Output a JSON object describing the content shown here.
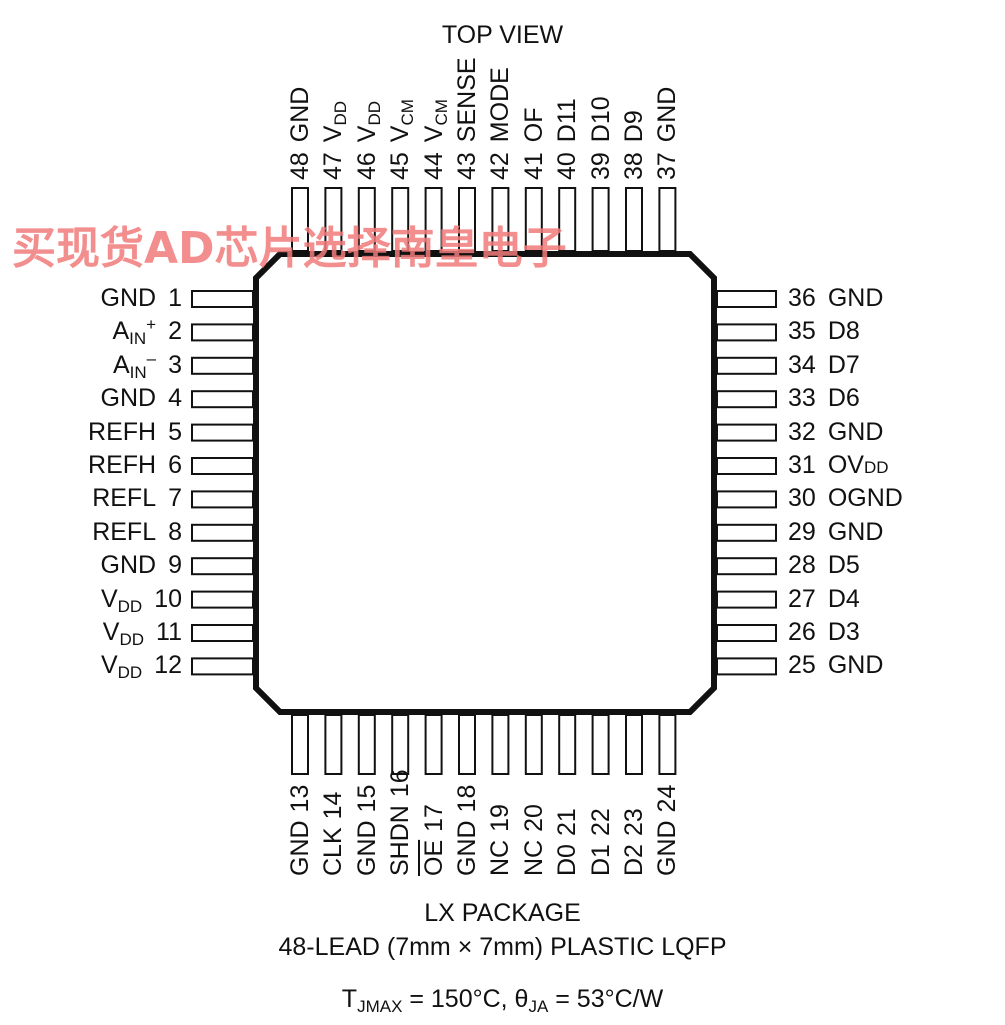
{
  "title": "TOP VIEW",
  "package_name": "LX PACKAGE",
  "package_desc": "48-LEAD (7mm × 7mm) PLASTIC LQFP",
  "thermal": {
    "tj_main": "T",
    "tj_sub": "JMAX",
    "tj_rest": " = 150°C, θ",
    "theta_sub": "JA",
    "theta_rest": " = 53°C/W"
  },
  "watermark": "买现货AD芯片选择南皇电子",
  "colors": {
    "outline": "#111111",
    "watermark": "#f27b7b"
  },
  "pins_left": [
    {
      "num": "1",
      "name": "GND"
    },
    {
      "num": "2",
      "name": "A",
      "sub": "IN",
      "sup": "+"
    },
    {
      "num": "3",
      "name": "A",
      "sub": "IN",
      "sup": "–"
    },
    {
      "num": "4",
      "name": "GND"
    },
    {
      "num": "5",
      "name": "REFH"
    },
    {
      "num": "6",
      "name": "REFH"
    },
    {
      "num": "7",
      "name": "REFL"
    },
    {
      "num": "8",
      "name": "REFL"
    },
    {
      "num": "9",
      "name": "GND"
    },
    {
      "num": "10",
      "name": "V",
      "sub": "DD"
    },
    {
      "num": "11",
      "name": "V",
      "sub": "DD"
    },
    {
      "num": "12",
      "name": "V",
      "sub": "DD"
    }
  ],
  "pins_right": [
    {
      "num": "36",
      "name": "GND"
    },
    {
      "num": "35",
      "name": "D8"
    },
    {
      "num": "34",
      "name": "D7"
    },
    {
      "num": "33",
      "name": "D6"
    },
    {
      "num": "32",
      "name": "GND"
    },
    {
      "num": "31",
      "name": "OV",
      "small": "DD"
    },
    {
      "num": "30",
      "name": "OGND"
    },
    {
      "num": "29",
      "name": "GND"
    },
    {
      "num": "28",
      "name": "D5"
    },
    {
      "num": "27",
      "name": "D4"
    },
    {
      "num": "26",
      "name": "D3"
    },
    {
      "num": "25",
      "name": "GND"
    }
  ],
  "pins_top": [
    {
      "num": "48",
      "name": "GND"
    },
    {
      "num": "47",
      "name": "V",
      "sub": "DD"
    },
    {
      "num": "46",
      "name": "V",
      "sub": "DD"
    },
    {
      "num": "45",
      "name": "V",
      "sub": "CM"
    },
    {
      "num": "44",
      "name": "V",
      "sub": "CM"
    },
    {
      "num": "43",
      "name": "SENSE"
    },
    {
      "num": "42",
      "name": "MODE"
    },
    {
      "num": "41",
      "name": "OF"
    },
    {
      "num": "40",
      "name": "D11"
    },
    {
      "num": "39",
      "name": "D10"
    },
    {
      "num": "38",
      "name": "D9"
    },
    {
      "num": "37",
      "name": "GND"
    }
  ],
  "pins_bottom": [
    {
      "num": "13",
      "name": "GND"
    },
    {
      "num": "14",
      "name": "CLK"
    },
    {
      "num": "15",
      "name": "GND"
    },
    {
      "num": "16",
      "name": "SHDN"
    },
    {
      "num": "17",
      "name": "OE",
      "overline": true
    },
    {
      "num": "18",
      "name": "GND"
    },
    {
      "num": "19",
      "name": "NC"
    },
    {
      "num": "20",
      "name": "NC"
    },
    {
      "num": "21",
      "name": "D0"
    },
    {
      "num": "22",
      "name": "D1"
    },
    {
      "num": "23",
      "name": "D2"
    },
    {
      "num": "24",
      "name": "GND"
    }
  ]
}
